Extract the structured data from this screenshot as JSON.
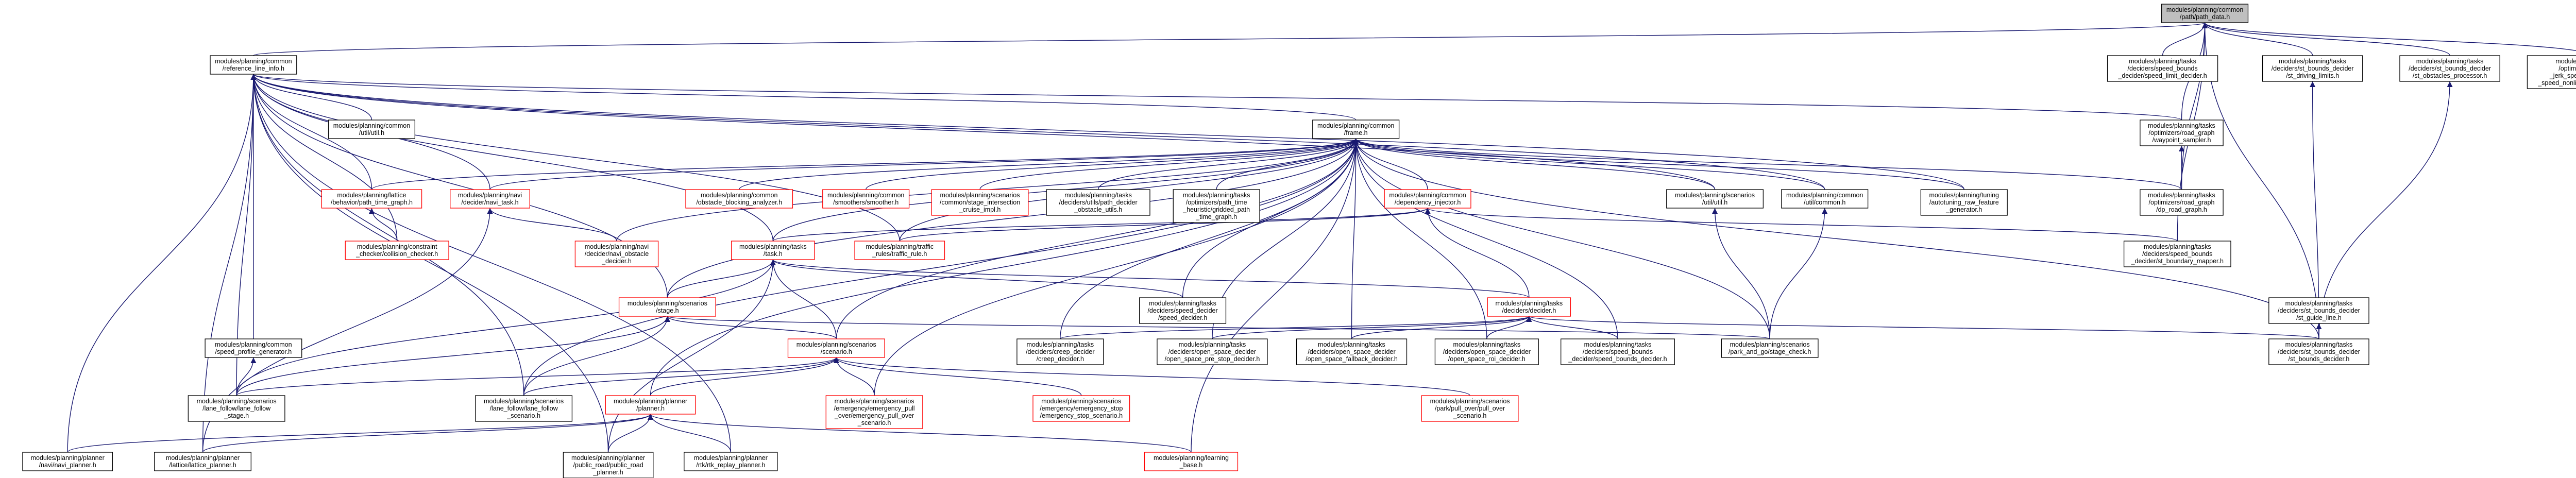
{
  "colors": {
    "edge": "#191970",
    "border_black": "#000000",
    "border_red": "#ff0000",
    "root_fill": "#bfbfbf"
  },
  "nodes": [
    {
      "id": "root",
      "lines": [
        "modules/planning/common",
        "/path/path_data.h"
      ],
      "border": "black",
      "root": true
    },
    {
      "id": "ref_info",
      "lines": [
        "modules/planning/common",
        "/reference_line_info.h"
      ],
      "border": "black"
    },
    {
      "id": "speed_limit",
      "lines": [
        "modules/planning/tasks",
        "/deciders/speed_bounds",
        "_decider/speed_limit_decider.h"
      ],
      "border": "black"
    },
    {
      "id": "st_driving",
      "lines": [
        "modules/planning/tasks",
        "/deciders/st_bounds_decider",
        "/st_driving_limits.h"
      ],
      "border": "black"
    },
    {
      "id": "st_obstacles",
      "lines": [
        "modules/planning/tasks",
        "/deciders/st_bounds_decider",
        "/st_obstacles_processor.h"
      ],
      "border": "black"
    },
    {
      "id": "piecewise",
      "lines": [
        "modules/planning/tasks",
        "/optimizers/piecewise",
        "_jerk_speed/piecewise_jerk",
        "_speed_nonlinear_ipopt_interface.h"
      ],
      "border": "black"
    },
    {
      "id": "util_h",
      "lines": [
        "modules/planning/common",
        "/util/util.h"
      ],
      "border": "black"
    },
    {
      "id": "frame",
      "lines": [
        "modules/planning/common",
        "/frame.h"
      ],
      "border": "black"
    },
    {
      "id": "waypoint",
      "lines": [
        "modules/planning/tasks",
        "/optimizers/road_graph",
        "/waypoint_sampler.h"
      ],
      "border": "black"
    },
    {
      "id": "dp_road",
      "lines": [
        "modules/planning/tasks",
        "/optimizers/road_graph",
        "/dp_road_graph.h"
      ],
      "border": "black"
    },
    {
      "id": "lattice_path",
      "lines": [
        "modules/planning/lattice",
        "/behavior/path_time_graph.h"
      ],
      "border": "red"
    },
    {
      "id": "nav_task",
      "lines": [
        "modules/planning/navi",
        "/decider/navi_task.h"
      ],
      "border": "red"
    },
    {
      "id": "collision",
      "lines": [
        "modules/planning/constraint",
        "_checker/collision_checker.h"
      ],
      "border": "red"
    },
    {
      "id": "obstacle_blocking",
      "lines": [
        "modules/planning/common",
        "/obstacle_blocking_analyzer.h"
      ],
      "border": "red"
    },
    {
      "id": "smoother",
      "lines": [
        "modules/planning/common",
        "/smoothers/smoother.h"
      ],
      "border": "red"
    },
    {
      "id": "stage_intersection",
      "lines": [
        "modules/planning/scenarios",
        "/common/stage_intersection",
        "_cruise_impl.h"
      ],
      "border": "red"
    },
    {
      "id": "path_decider_utils",
      "lines": [
        "modules/planning/tasks",
        "/deciders/utils/path_decider",
        "_obstacle_utils.h"
      ],
      "border": "black"
    },
    {
      "id": "gridded",
      "lines": [
        "modules/planning/tasks",
        "/optimizers/path_time",
        "_heuristic/gridded_path",
        "_time_graph.h"
      ],
      "border": "black"
    },
    {
      "id": "dep_injector",
      "lines": [
        "modules/planning/common",
        "/dependency_injector.h"
      ],
      "border": "red"
    },
    {
      "id": "scen_util",
      "lines": [
        "modules/planning/scenarios",
        "/util/util.h"
      ],
      "border": "black"
    },
    {
      "id": "common_util",
      "lines": [
        "modules/planning/common",
        "/util/common.h"
      ],
      "border": "black"
    },
    {
      "id": "autotuning",
      "lines": [
        "modules/planning/tuning",
        "/autotuning_raw_feature",
        "_generator.h"
      ],
      "border": "black"
    },
    {
      "id": "navi_obstacle",
      "lines": [
        "modules/planning/navi",
        "/decider/navi_obstacle",
        "_decider.h"
      ],
      "border": "red"
    },
    {
      "id": "task",
      "lines": [
        "modules/planning/tasks",
        "/task.h"
      ],
      "border": "red"
    },
    {
      "id": "traffic_rule",
      "lines": [
        "modules/planning/traffic",
        "_rules/traffic_rule.h"
      ],
      "border": "red"
    },
    {
      "id": "boundary_mapper",
      "lines": [
        "modules/planning/tasks",
        "/deciders/speed_bounds",
        "_decider/st_boundary_mapper.h"
      ],
      "border": "black"
    },
    {
      "id": "stage",
      "lines": [
        "modules/planning/scenarios",
        "/stage.h"
      ],
      "border": "red"
    },
    {
      "id": "speed_decider",
      "lines": [
        "modules/planning/tasks",
        "/deciders/speed_decider",
        "/speed_decider.h"
      ],
      "border": "black"
    },
    {
      "id": "decider",
      "lines": [
        "modules/planning/tasks",
        "/deciders/decider.h"
      ],
      "border": "red"
    },
    {
      "id": "st_guide",
      "lines": [
        "modules/planning/tasks",
        "/deciders/st_bounds_decider",
        "/st_guide_line.h"
      ],
      "border": "black"
    },
    {
      "id": "speed_profile",
      "lines": [
        "modules/planning/common",
        "/speed_profile_generator.h"
      ],
      "border": "black"
    },
    {
      "id": "scenario",
      "lines": [
        "modules/planning/scenarios",
        "/scenario.h"
      ],
      "border": "red"
    },
    {
      "id": "creep",
      "lines": [
        "modules/planning/tasks",
        "/deciders/creep_decider",
        "/creep_decider.h"
      ],
      "border": "black"
    },
    {
      "id": "pre_stop",
      "lines": [
        "modules/planning/tasks",
        "/deciders/open_space_decider",
        "/open_space_pre_stop_decider.h"
      ],
      "border": "black"
    },
    {
      "id": "fallback",
      "lines": [
        "modules/planning/tasks",
        "/deciders/open_space_decider",
        "/open_space_fallback_decider.h"
      ],
      "border": "black"
    },
    {
      "id": "roi",
      "lines": [
        "modules/planning/tasks",
        "/deciders/open_space_decider",
        "/open_space_roi_decider.h"
      ],
      "border": "black"
    },
    {
      "id": "speed_bounds",
      "lines": [
        "modules/planning/tasks",
        "/deciders/speed_bounds",
        "_decider/speed_bounds_decider.h"
      ],
      "border": "black"
    },
    {
      "id": "park_go",
      "lines": [
        "modules/planning/scenarios",
        "/park_and_go/stage_check.h"
      ],
      "border": "black"
    },
    {
      "id": "st_bounds",
      "lines": [
        "modules/planning/tasks",
        "/deciders/st_bounds_decider",
        "/st_bounds_decider.h"
      ],
      "border": "black"
    },
    {
      "id": "lf_stage",
      "lines": [
        "modules/planning/scenarios",
        "/lane_follow/lane_follow",
        "_stage.h"
      ],
      "border": "black"
    },
    {
      "id": "lf_scenario",
      "lines": [
        "modules/planning/scenarios",
        "/lane_follow/lane_follow",
        "_scenario.h"
      ],
      "border": "black"
    },
    {
      "id": "planner",
      "lines": [
        "modules/planning/planner",
        "/planner.h"
      ],
      "border": "red"
    },
    {
      "id": "emergency_pull",
      "lines": [
        "modules/planning/scenarios",
        "/emergency/emergency_pull",
        "_over/emergency_pull_over",
        "_scenario.h"
      ],
      "border": "red"
    },
    {
      "id": "emergency_stop",
      "lines": [
        "modules/planning/scenarios",
        "/emergency/emergency_stop",
        "/emergency_stop_scenario.h"
      ],
      "border": "red"
    },
    {
      "id": "pull_over",
      "lines": [
        "modules/planning/scenarios",
        "/park/pull_over/pull_over",
        "_scenario.h"
      ],
      "border": "red"
    },
    {
      "id": "navi_planner",
      "lines": [
        "modules/planning/planner",
        "/navi/navi_planner.h"
      ],
      "border": "black"
    },
    {
      "id": "lattice_planner",
      "lines": [
        "modules/planning/planner",
        "/lattice/lattice_planner.h"
      ],
      "border": "black"
    },
    {
      "id": "public_road",
      "lines": [
        "modules/planning/planner",
        "/public_road/public_road",
        "_planner.h"
      ],
      "border": "black"
    },
    {
      "id": "rtk",
      "lines": [
        "modules/planning/planner",
        "/rtk/rtk_replay_planner.h"
      ],
      "border": "black"
    },
    {
      "id": "learning_base",
      "lines": [
        "modules/planning/learning",
        "_base.h"
      ],
      "border": "red"
    }
  ],
  "edges": [
    [
      "ref_info",
      "root"
    ],
    [
      "speed_limit",
      "root"
    ],
    [
      "st_driving",
      "root"
    ],
    [
      "st_obstacles",
      "root"
    ],
    [
      "piecewise",
      "root"
    ],
    [
      "waypoint",
      "root"
    ],
    [
      "dp_road",
      "root"
    ],
    [
      "boundary_mapper",
      "root"
    ],
    [
      "st_bounds",
      "root"
    ],
    [
      "util_h",
      "ref_info"
    ],
    [
      "frame",
      "ref_info"
    ],
    [
      "lattice_path",
      "ref_info"
    ],
    [
      "nav_task",
      "ref_info"
    ],
    [
      "task",
      "ref_info"
    ],
    [
      "traffic_rule",
      "ref_info"
    ],
    [
      "speed_profile",
      "ref_info"
    ],
    [
      "scen_util",
      "ref_info"
    ],
    [
      "common_util",
      "ref_info"
    ],
    [
      "autotuning",
      "ref_info"
    ],
    [
      "waypoint",
      "ref_info"
    ],
    [
      "lf_stage",
      "ref_info"
    ],
    [
      "lf_scenario",
      "ref_info"
    ],
    [
      "navi_planner",
      "ref_info"
    ],
    [
      "lattice_planner",
      "ref_info"
    ],
    [
      "public_road",
      "ref_info"
    ],
    [
      "rtk",
      "ref_info"
    ],
    [
      "stage",
      "ref_info"
    ],
    [
      "collision",
      "ref_info"
    ],
    [
      "lattice_path",
      "frame"
    ],
    [
      "nav_task",
      "frame"
    ],
    [
      "obstacle_blocking",
      "frame"
    ],
    [
      "smoother",
      "frame"
    ],
    [
      "stage_intersection",
      "frame"
    ],
    [
      "path_decider_utils",
      "frame"
    ],
    [
      "gridded",
      "frame"
    ],
    [
      "dep_injector",
      "frame"
    ],
    [
      "scen_util",
      "frame"
    ],
    [
      "common_util",
      "frame"
    ],
    [
      "autotuning",
      "frame"
    ],
    [
      "navi_obstacle",
      "frame"
    ],
    [
      "task",
      "frame"
    ],
    [
      "traffic_rule",
      "frame"
    ],
    [
      "speed_decider",
      "frame"
    ],
    [
      "scenario",
      "frame"
    ],
    [
      "creep",
      "frame"
    ],
    [
      "pre_stop",
      "frame"
    ],
    [
      "fallback",
      "frame"
    ],
    [
      "roi",
      "frame"
    ],
    [
      "speed_bounds",
      "frame"
    ],
    [
      "park_go",
      "frame"
    ],
    [
      "st_bounds",
      "frame"
    ],
    [
      "planner",
      "frame"
    ],
    [
      "emergency_pull",
      "frame"
    ],
    [
      "learning_base",
      "frame"
    ],
    [
      "lf_scenario",
      "frame"
    ],
    [
      "stage",
      "frame"
    ],
    [
      "dp_road",
      "frame"
    ],
    [
      "dp_road",
      "waypoint"
    ],
    [
      "collision",
      "lattice_path"
    ],
    [
      "navi_obstacle",
      "nav_task"
    ],
    [
      "lattice_planner",
      "nav_task"
    ],
    [
      "task",
      "dep_injector"
    ],
    [
      "traffic_rule",
      "dep_injector"
    ],
    [
      "boundary_mapper",
      "dep_injector"
    ],
    [
      "decider",
      "dep_injector"
    ],
    [
      "park_go",
      "scen_util"
    ],
    [
      "park_go",
      "common_util"
    ],
    [
      "st_bounds",
      "st_driving"
    ],
    [
      "st_bounds",
      "st_obstacles"
    ],
    [
      "st_bounds",
      "st_guide"
    ],
    [
      "stage",
      "task"
    ],
    [
      "speed_decider",
      "task"
    ],
    [
      "decider",
      "task"
    ],
    [
      "scenario",
      "task"
    ],
    [
      "lf_stage",
      "task"
    ],
    [
      "public_road",
      "task"
    ],
    [
      "scenario",
      "stage"
    ],
    [
      "lf_stage",
      "stage"
    ],
    [
      "park_go",
      "stage"
    ],
    [
      "lf_scenario",
      "stage"
    ],
    [
      "creep",
      "decider"
    ],
    [
      "pre_stop",
      "decider"
    ],
    [
      "fallback",
      "decider"
    ],
    [
      "roi",
      "decider"
    ],
    [
      "speed_bounds",
      "decider"
    ],
    [
      "st_bounds",
      "decider"
    ],
    [
      "lf_stage",
      "speed_profile"
    ],
    [
      "lf_scenario",
      "scenario"
    ],
    [
      "emergency_pull",
      "scenario"
    ],
    [
      "emergency_stop",
      "scenario"
    ],
    [
      "pull_over",
      "scenario"
    ],
    [
      "planner",
      "scenario"
    ],
    [
      "lf_stage",
      "scenario"
    ],
    [
      "navi_planner",
      "planner"
    ],
    [
      "lattice_planner",
      "planner"
    ],
    [
      "public_road",
      "planner"
    ],
    [
      "rtk",
      "planner"
    ],
    [
      "learning_base",
      "planner"
    ]
  ]
}
